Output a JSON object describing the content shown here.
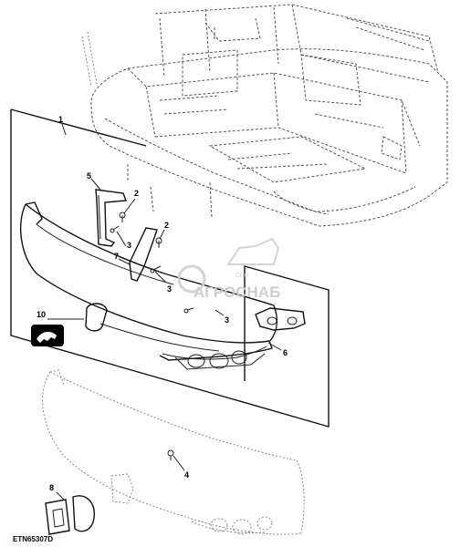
{
  "figure_id": "ETN65307D",
  "callouts": [
    {
      "id": "c1",
      "label": "1"
    },
    {
      "id": "c2a",
      "label": "2"
    },
    {
      "id": "c2b",
      "label": "2"
    },
    {
      "id": "c3a",
      "label": "3"
    },
    {
      "id": "c3b",
      "label": "3"
    },
    {
      "id": "c3c",
      "label": "3"
    },
    {
      "id": "c4",
      "label": "4"
    },
    {
      "id": "c5",
      "label": "5"
    },
    {
      "id": "c6",
      "label": "6"
    },
    {
      "id": "c7",
      "label": "7"
    },
    {
      "id": "c8",
      "label": "8"
    },
    {
      "id": "c10",
      "label": "10"
    }
  ],
  "watermark": {
    "brand": "АГРОСНАБ",
    "prefix": "ООО"
  },
  "colors": {
    "line": "#111111",
    "hidden_line": "#555555",
    "watermark": "#c9c9c9",
    "logo_fill": "#000000"
  }
}
